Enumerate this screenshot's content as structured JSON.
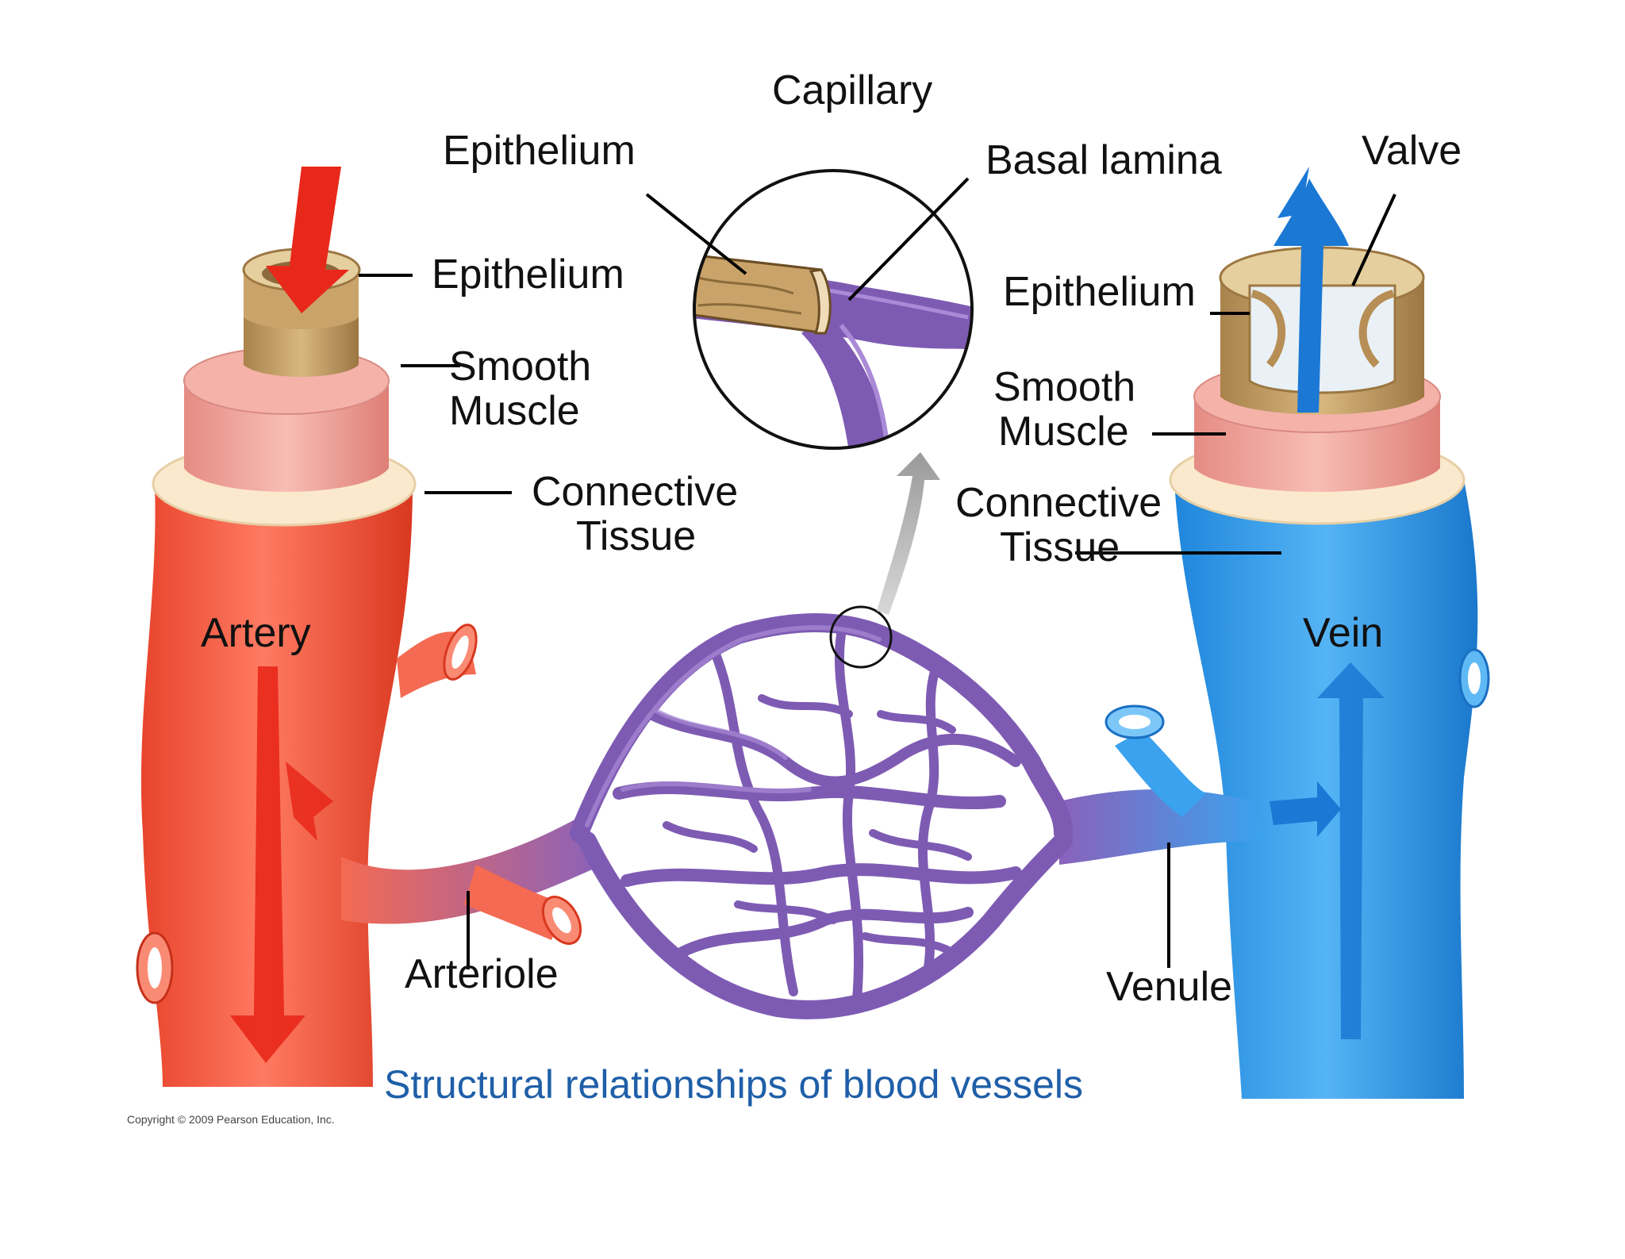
{
  "labels": {
    "capillary": "Capillary",
    "cap_epithelium": "Epithelium",
    "basal_lamina": "Basal lamina",
    "valve": "Valve",
    "artery_epithelium": "Epithelium",
    "artery_smooth_1": "Smooth",
    "artery_smooth_2": "Muscle",
    "artery_conn_1": "Connective",
    "artery_conn_2": "Tissue",
    "vein_epithelium": "Epithelium",
    "vein_smooth_1": "Smooth",
    "vein_smooth_2": "Muscle",
    "vein_conn_1": "Connective",
    "vein_conn_2": "Tissue",
    "artery": "Artery",
    "vein": "Vein",
    "arteriole": "Arteriole",
    "venule": "Venule"
  },
  "caption": "Structural relationships of blood vessels",
  "copyright": "Copyright © 2009 Pearson Education, Inc.",
  "colors": {
    "artery": "#f2553f",
    "artery_dark": "#d8381f",
    "vein": "#2f9bec",
    "vein_dark": "#1d7fd0",
    "capillary": "#7e5bb3",
    "capillary_light": "#a98ad6",
    "tan": "#c9a36a",
    "muscle": "#f0a49c",
    "connective": "#fbe9cd",
    "caption": "#1f5fa8"
  }
}
